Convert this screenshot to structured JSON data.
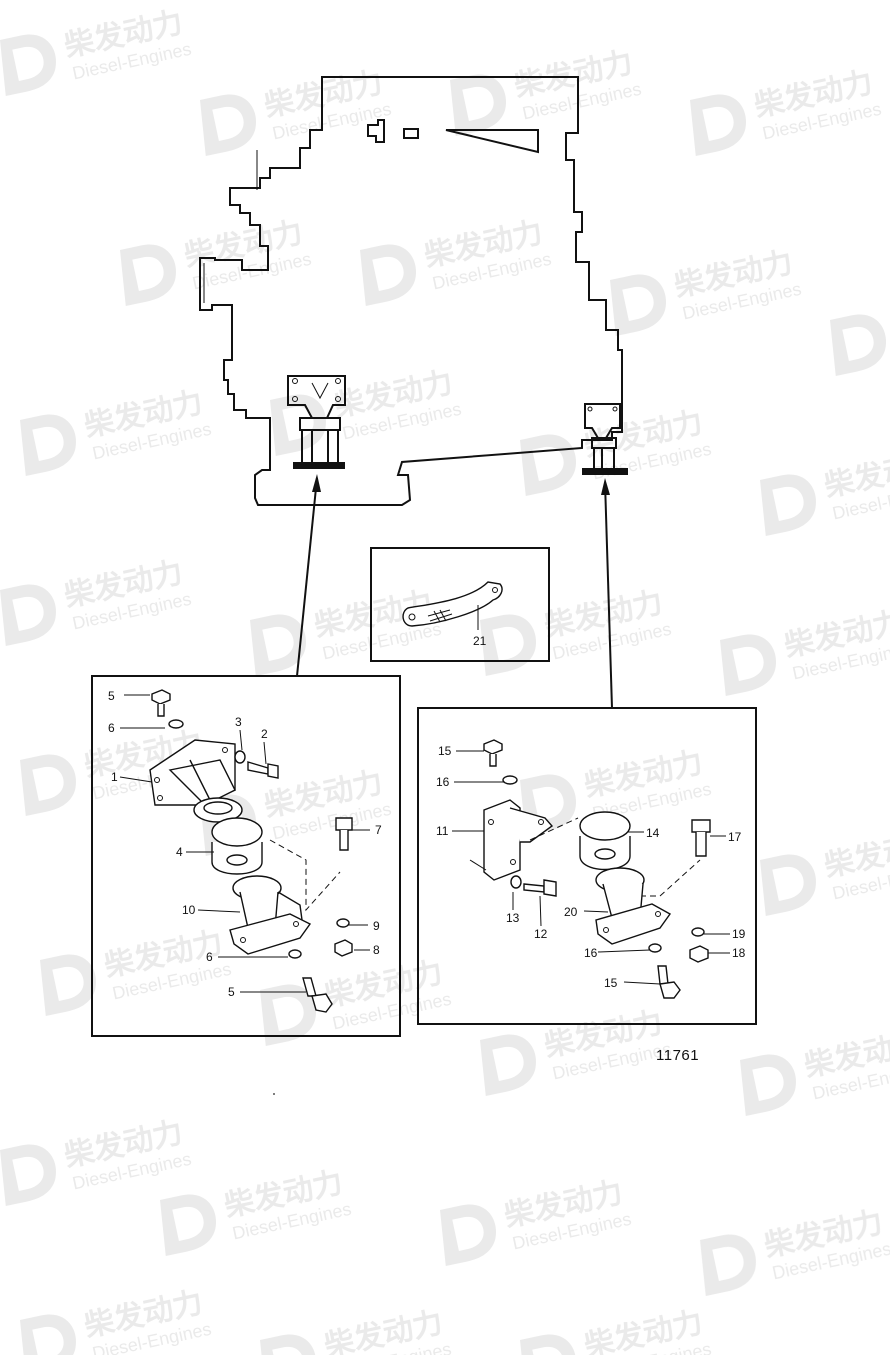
{
  "diagram": {
    "figure_number": "11761",
    "detail_box_top": {
      "callouts": [
        "21"
      ]
    },
    "detail_box_left": {
      "callouts": [
        "5",
        "6",
        "3",
        "2",
        "1",
        "7",
        "4",
        "10",
        "9",
        "6",
        "8",
        "5"
      ]
    },
    "detail_box_right": {
      "callouts": [
        "15",
        "16",
        "11",
        "14",
        "17",
        "13",
        "12",
        "20",
        "19",
        "16",
        "18",
        "15"
      ]
    }
  },
  "watermark": {
    "brand_cn": "柴发动力",
    "brand_en": "Diesel-Engines",
    "color": "#d9d9d9"
  }
}
